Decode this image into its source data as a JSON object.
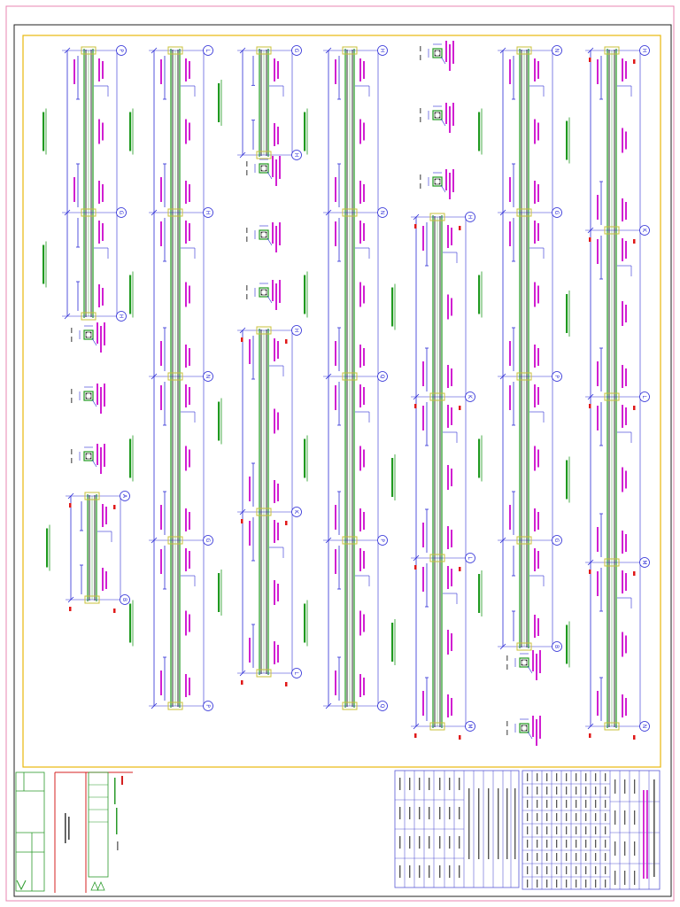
{
  "colors": {
    "beam_outline": "#1f9a1f",
    "rebar": "#1a1a1a",
    "dimension": "#2b2bd6",
    "annotation": "#d11fd1",
    "support": "#c8c23a",
    "marker": "#e01818",
    "table_lines": "#5a5ad6",
    "drawing_frame": "#e8b80c",
    "sheet_border": "#e884b0"
  },
  "beams": [
    {
      "grid_labels": [
        "P",
        "G",
        "H"
      ]
    },
    {
      "grid_labels": [
        "A",
        "B"
      ]
    },
    {
      "grid_labels": [
        "L",
        "H",
        "N",
        "G",
        "P"
      ]
    },
    {
      "grid_labels": [
        "G",
        "H"
      ]
    },
    {
      "grid_labels": [
        "H",
        "K",
        "L"
      ]
    },
    {
      "grid_labels": [
        "H",
        "N",
        "Q",
        "P",
        "Q"
      ]
    },
    {
      "grid_labels": [
        "H",
        "K",
        "L",
        "M"
      ]
    },
    {
      "grid_labels": [
        "N",
        "G",
        "P",
        "G",
        "B"
      ]
    },
    {
      "grid_labels": [
        "H",
        "K",
        "L",
        "M",
        "N"
      ]
    }
  ]
}
